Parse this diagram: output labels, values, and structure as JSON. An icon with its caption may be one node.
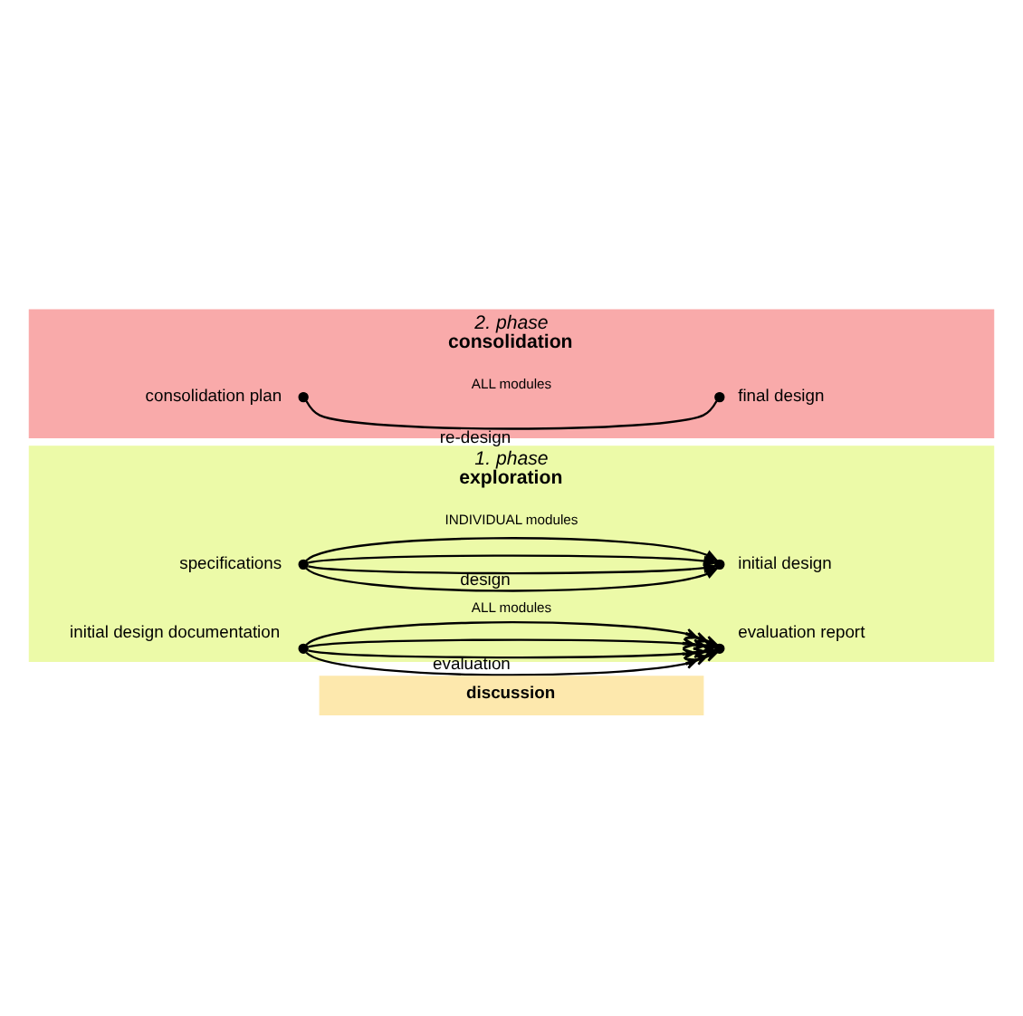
{
  "diagram": {
    "nodes": [
      {
        "text": [
          "1. phase",
          "exploration"
        ]
      },
      {
        "text": [],
        "shape": "circle",
        "in": 0,
        "beside": [
          "specifications"
        ]
      },
      {
        "text": [],
        "shape": "circle",
        "in": 0,
        "beside": [
          "initial design"
        ]
      },
      {
        "text": [],
        "shape": "circle",
        "in": 0,
        "beside": [
          "initial design documentation"
        ]
      },
      {
        "text": [],
        "shape": "circle",
        "in": 0,
        "beside": [
          "evaluation report"
        ]
      },
      {
        "text": [
          "discussion"
        ]
      },
      {
        "text": [
          "2. phase",
          "consolidation"
        ]
      },
      {
        "text": [],
        "shape": "circle",
        "in": 6,
        "beside": [
          "consolidation plan"
        ]
      },
      {
        "text": [],
        "shape": "circle",
        "in": 6,
        "beside": [
          "final design"
        ]
      }
    ],
    "edges": [
      {
        "from": 1,
        "to": 2,
        "arrow": "to",
        "label": "design"
      },
      {
        "from": 1,
        "to": 2,
        "arrow": "to"
      },
      {
        "from": 1,
        "to": 2,
        "arrow": "to"
      },
      {
        "from": 1,
        "to": 2,
        "arrow": "to"
      },
      {
        "from": 3,
        "to": 4,
        "arrow": "to",
        "label": "evaluation"
      },
      {
        "from": 3,
        "to": 4,
        "arrow": "to"
      },
      {
        "from": 3,
        "to": 4,
        "arrow": "to"
      },
      {
        "from": 3,
        "to": 4,
        "arrow": "to"
      },
      {
        "from": 7,
        "to": 8,
        "arrow": "none",
        "label": "re-design"
      }
    ],
    "labels": [
      "INDIVIDUAL modules",
      "ALL modules",
      "ALL modules"
    ]
  }
}
